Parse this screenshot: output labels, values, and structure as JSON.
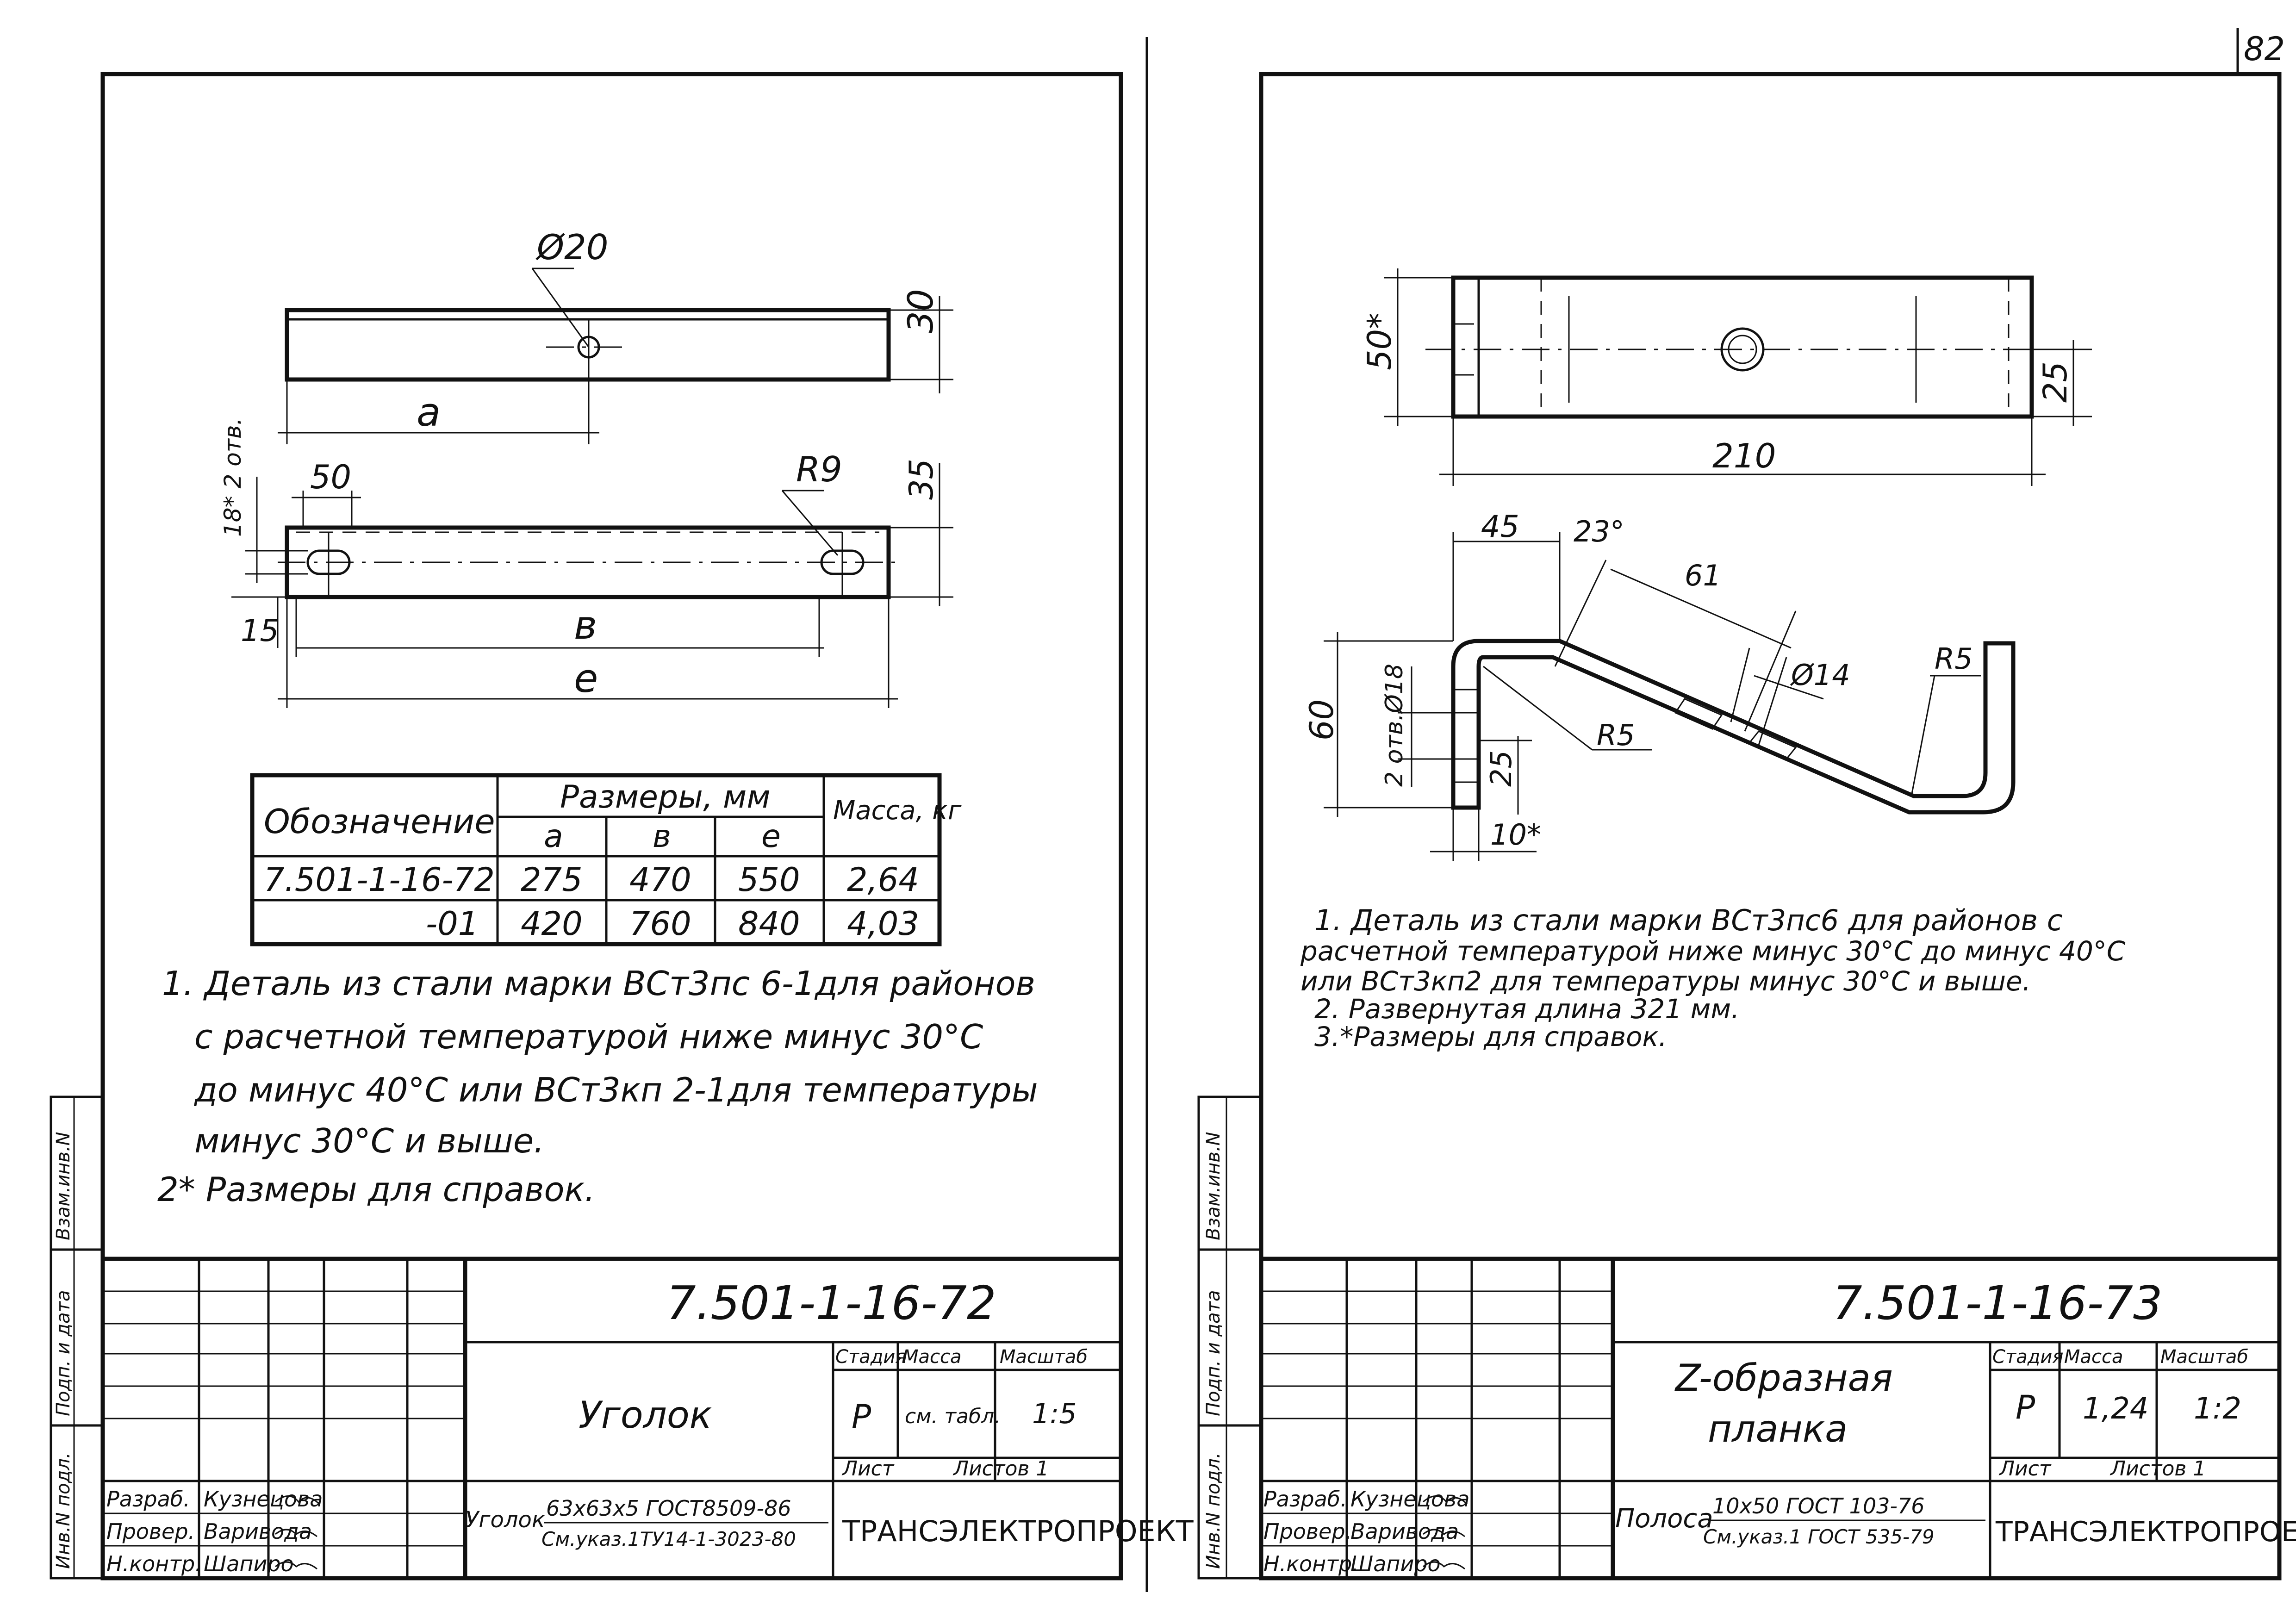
{
  "page_number": "82",
  "left": {
    "dims": {
      "d20": "Ø20",
      "h30": "30",
      "a": "a",
      "r9": "R9",
      "d50": "50",
      "d35": "35",
      "holes": "18* 2 отв.",
      "d15": "15",
      "b": "в",
      "l": "e"
    },
    "table": {
      "h_designation": "Обозначение",
      "h_sizes": "Размеры, мм",
      "h_mass": "Масса, кг",
      "h_a": "a",
      "h_b": "в",
      "h_l": "e",
      "rows": [
        {
          "designation": "7.501-1-16-72",
          "a": "275",
          "b": "470",
          "l": "550",
          "mass": "2,64"
        },
        {
          "designation": "-01",
          "a": "420",
          "b": "760",
          "l": "840",
          "mass": "4,03"
        }
      ]
    },
    "notes": [
      "1. Деталь из стали марки ВСт3пс 6-1для районов",
      "с расчетной температурой ниже минус 30°С",
      "до минус 40°С или ВСт3кп 2-1для температуры",
      "минус 30°С и выше.",
      "2* Размеры для справок."
    ],
    "stamp": {
      "code": "7.501-1-16-72",
      "title": "Уголок",
      "stage_h": "Стадия",
      "mass_h": "Масса",
      "scale_h": "Масштаб",
      "stage": "Р",
      "mass": "см. табл.",
      "scale": "1:5",
      "sheet_h": "Лист",
      "sheets_h": "Листов 1",
      "roles": [
        "Разраб.",
        "Провер.",
        "Н.контр."
      ],
      "names": [
        "Кузнецова",
        "Варивода",
        "Шапиро"
      ],
      "material_name": "Уголок",
      "material_top": "63х63х5 ГОСТ8509-86",
      "material_bottom": "См.указ.1ТУ14-1-3023-80",
      "org": "ТРАНСЭЛЕКТРОПРОЕКТ",
      "side": [
        "Инв.N подл.",
        "Подп. и дата",
        "Взам.инв.N"
      ]
    }
  },
  "right": {
    "dims": {
      "d50": "50*",
      "d25": "25",
      "d210": "210",
      "d45": "45",
      "ang": "23°",
      "d61": "61",
      "d14": "Ø14",
      "r5a": "R5",
      "r5b": "R5",
      "d60": "60",
      "holes": "2 отв.Ø18",
      "d25b": "25",
      "d10": "10*"
    },
    "notes": [
      "1. Деталь из стали марки ВСт3пс6 для районов с",
      "расчетной температурой ниже минус 30°С до минус 40°С",
      "или ВСт3кп2 для температуры минус 30°С и выше.",
      "2. Развернутая длина 321 мм.",
      "3.*Размеры для справок."
    ],
    "stamp": {
      "code": "7.501-1-16-73",
      "title1": "Z-образная",
      "title2": "планка",
      "stage_h": "Стадия",
      "mass_h": "Масса",
      "scale_h": "Масштаб",
      "stage": "Р",
      "mass": "1,24",
      "scale": "1:2",
      "sheet_h": "Лист",
      "sheets_h": "Листов 1",
      "roles": [
        "Разраб.",
        "Провер.",
        "Н.контр."
      ],
      "names": [
        "Кузнецова",
        "Варивода",
        "Шапиро"
      ],
      "material_name": "Полоса",
      "material_top": "10х50 ГОСТ 103-76",
      "material_bottom": "См.указ.1 ГОСТ 535-79",
      "org": "ТРАНСЭЛЕКТРОПРОЕКТ",
      "side": [
        "Инв.N подл.",
        "Подп. и дата",
        "Взам.инв.N"
      ]
    }
  }
}
